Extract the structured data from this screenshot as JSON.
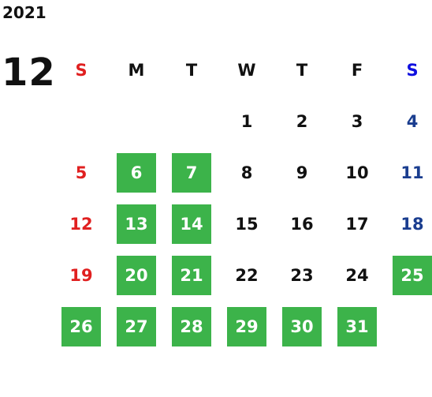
{
  "calendar": {
    "year": "2021",
    "month": "12",
    "weekdays": [
      "S",
      "M",
      "T",
      "W",
      "T",
      "F",
      "S"
    ],
    "first_weekday_index": 3,
    "days_in_month": 31,
    "highlighted_days": [
      6,
      7,
      13,
      14,
      20,
      21,
      25,
      26,
      27,
      28,
      29,
      30,
      31
    ],
    "colors": {
      "highlight": "#3cb34a",
      "sunday": "#e02020",
      "saturday_day": "#1a3d8f",
      "saturday_header": "#1010e0",
      "text": "#111111"
    }
  }
}
